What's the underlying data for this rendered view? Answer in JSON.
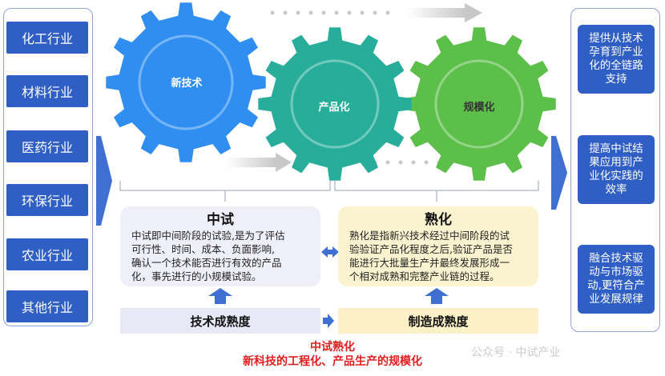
{
  "industries": [
    "化工行业",
    "材料行业",
    "医药行业",
    "环保行业",
    "农业行业",
    "其他行业"
  ],
  "gears": [
    {
      "label": "新技术",
      "color": "#2f8ef0"
    },
    {
      "label": "产品化",
      "color": "#27ad9a"
    },
    {
      "label": "规模化",
      "color": "#5cbf4a"
    }
  ],
  "pilot": {
    "title": "中试",
    "text": [
      "中试即中间阶段的试验,是为了评估",
      "可行性、时间、成本、负面影响,",
      "确认一个技术能否进行有效的产品",
      "化，事先进行的小规模试验。"
    ]
  },
  "maturation": {
    "title": "熟化",
    "text": [
      "熟化是指新兴技术经过中间阶段的试",
      "验验证产品化程度之后,验证产品是否",
      "能进行大批量生产并最终发展形成一",
      "个相对成熟和完整产业链的过程。"
    ]
  },
  "bars": {
    "tech": "技术成熟度",
    "mfg": "制造成熟度"
  },
  "captions": {
    "line1": "中试熟化",
    "line2": "新科技的工程化、产品生产的规模化"
  },
  "benefits": [
    [
      "提供从技术",
      "孕育到产业",
      "化的全链路",
      "支持"
    ],
    [
      "提高中试结",
      "果应用到产",
      "业化实践的",
      "效率"
    ],
    [
      "融合技术驱",
      "动与市场驱",
      "动,更符合产",
      "业发展规律"
    ]
  ],
  "watermark": "公众号 · 中试产业",
  "colors": {
    "block_blue": "#2f5fc4",
    "arrow_blue": "#3f6fd0",
    "caption_red": "#e02020"
  }
}
